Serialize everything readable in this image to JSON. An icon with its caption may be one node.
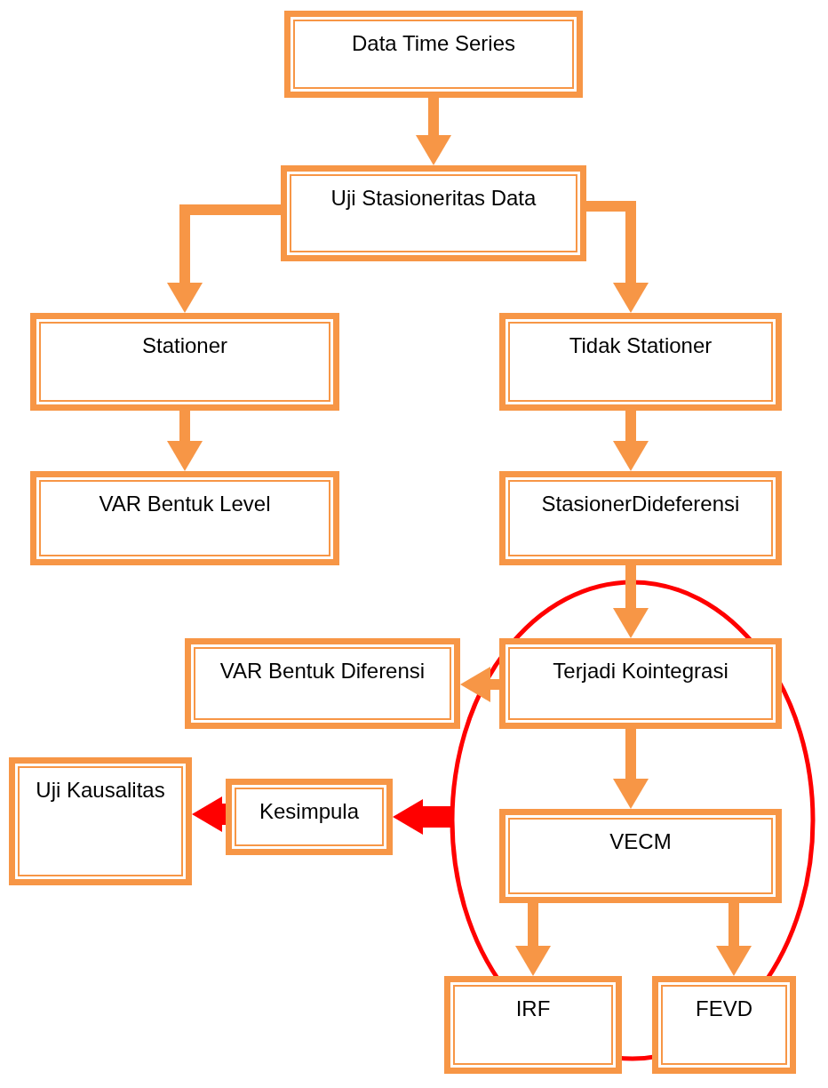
{
  "diagram": {
    "nodes": [
      {
        "text": [
          "Data Time Series"
        ]
      },
      {
        "text": [
          "Uji Stasioneritas Data"
        ]
      },
      {
        "text": [
          "Stationer"
        ]
      },
      {
        "text": [
          "Tidak Stationer"
        ]
      },
      {
        "text": [
          "VAR Bentuk Level"
        ]
      },
      {
        "text": [
          "StasionerDideferensi"
        ]
      },
      {
        "text": [
          "VAR Bentuk Diferensi"
        ]
      },
      {
        "text": [
          "Terjadi Kointegrasi"
        ]
      },
      {
        "text": [
          "Uji Kausalitas"
        ]
      },
      {
        "text": [
          "Kesimpula"
        ]
      },
      {
        "text": [
          "VECM"
        ]
      },
      {
        "text": [
          "IRF"
        ]
      },
      {
        "text": [
          "FEVD"
        ]
      }
    ],
    "edges": [
      {
        "from": 0,
        "to": 1,
        "arrow": "to"
      },
      {
        "from": 1,
        "to": 2,
        "arrow": "to"
      },
      {
        "from": 1,
        "to": 3,
        "arrow": "to"
      },
      {
        "from": 2,
        "to": 4,
        "arrow": "to"
      },
      {
        "from": 3,
        "to": 5,
        "arrow": "to"
      },
      {
        "from": 5,
        "to": 7,
        "arrow": "to"
      },
      {
        "from": 7,
        "to": 6,
        "arrow": "to"
      },
      {
        "from": 7,
        "to": 10,
        "arrow": "to"
      },
      {
        "from": 10,
        "to": 11,
        "arrow": "to"
      },
      {
        "from": 10,
        "to": 12,
        "arrow": "to"
      },
      {
        "from": null,
        "to": 9,
        "arrow": "to",
        "style": "thick",
        "color": "#ff0000"
      },
      {
        "from": 9,
        "to": 8,
        "arrow": "to",
        "style": "thick",
        "color": "#ff0000"
      }
    ]
  }
}
